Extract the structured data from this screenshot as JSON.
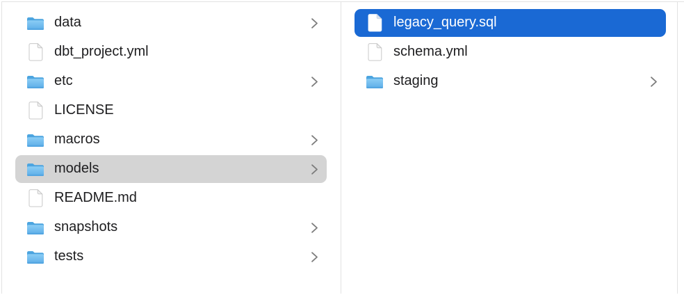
{
  "colors": {
    "background": "#ffffff",
    "selection_active": "#1a69d4",
    "selection_inactive": "#d4d4d4",
    "divider": "#e2e2e2",
    "text": "#1d1d1f",
    "text_selected": "#ffffff",
    "chevron": "#7c7c7c",
    "file_border": "#c8c8c8",
    "folder_blue": "#459bd9"
  },
  "columns": [
    {
      "name": "column-parent",
      "items": [
        {
          "label": "data",
          "icon": "folder-icon",
          "has_chevron": true,
          "selected": "none"
        },
        {
          "label": "dbt_project.yml",
          "icon": "file-icon",
          "has_chevron": false,
          "selected": "none"
        },
        {
          "label": "etc",
          "icon": "folder-icon",
          "has_chevron": true,
          "selected": "none"
        },
        {
          "label": "LICENSE",
          "icon": "file-icon",
          "has_chevron": false,
          "selected": "none"
        },
        {
          "label": "macros",
          "icon": "folder-icon",
          "has_chevron": true,
          "selected": "none"
        },
        {
          "label": "models",
          "icon": "folder-icon",
          "has_chevron": true,
          "selected": "inactive"
        },
        {
          "label": "README.md",
          "icon": "file-icon",
          "has_chevron": false,
          "selected": "none"
        },
        {
          "label": "snapshots",
          "icon": "folder-icon",
          "has_chevron": true,
          "selected": "none"
        },
        {
          "label": "tests",
          "icon": "folder-icon",
          "has_chevron": true,
          "selected": "none"
        }
      ]
    },
    {
      "name": "column-children",
      "items": [
        {
          "label": "legacy_query.sql",
          "icon": "file-icon",
          "has_chevron": false,
          "selected": "active"
        },
        {
          "label": "schema.yml",
          "icon": "file-icon",
          "has_chevron": false,
          "selected": "none"
        },
        {
          "label": "staging",
          "icon": "folder-icon",
          "has_chevron": true,
          "selected": "none"
        }
      ]
    }
  ]
}
